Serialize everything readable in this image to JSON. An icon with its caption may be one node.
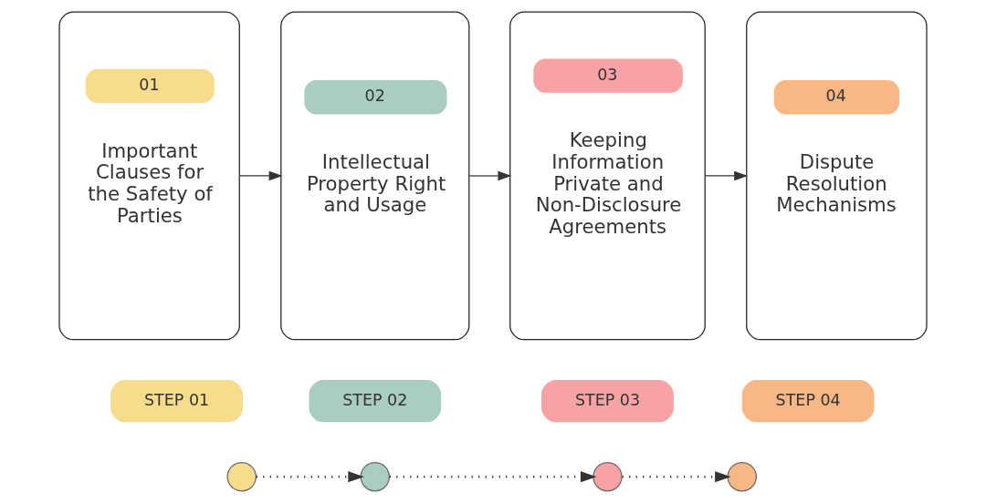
{
  "diagram": {
    "nodes": [
      {
        "text": [
          "01",
          "Important Clauses for the Safety of Parties"
        ]
      },
      {
        "text": [
          "02",
          "Intellectual Property Right and Usage"
        ]
      },
      {
        "text": [
          "03",
          "Keeping Information Private and Non-Disclosure Agreements"
        ]
      },
      {
        "text": [
          "04",
          "Dispute Resolution Mechanisms"
        ]
      },
      {
        "text": [
          "STEP 01"
        ]
      },
      {
        "text": [
          "STEP 02"
        ]
      },
      {
        "text": [
          "STEP 03"
        ]
      },
      {
        "text": [
          "STEP 04"
        ]
      },
      {
        "text": [],
        "shape": "circle"
      },
      {
        "text": [],
        "shape": "circle"
      },
      {
        "text": [],
        "shape": "circle"
      },
      {
        "text": [],
        "shape": "circle"
      }
    ],
    "edges": [
      {
        "from": 0,
        "to": 1,
        "arrow": "to"
      },
      {
        "from": 1,
        "to": 2,
        "arrow": "to"
      },
      {
        "from": 2,
        "to": 3,
        "arrow": "to"
      },
      {
        "from": 8,
        "to": 9,
        "arrow": "to",
        "style": "dashed"
      },
      {
        "from": 9,
        "to": 10,
        "arrow": "to",
        "style": "dashed"
      },
      {
        "from": 10,
        "to": 11,
        "arrow": "to",
        "style": "dashed"
      }
    ]
  }
}
